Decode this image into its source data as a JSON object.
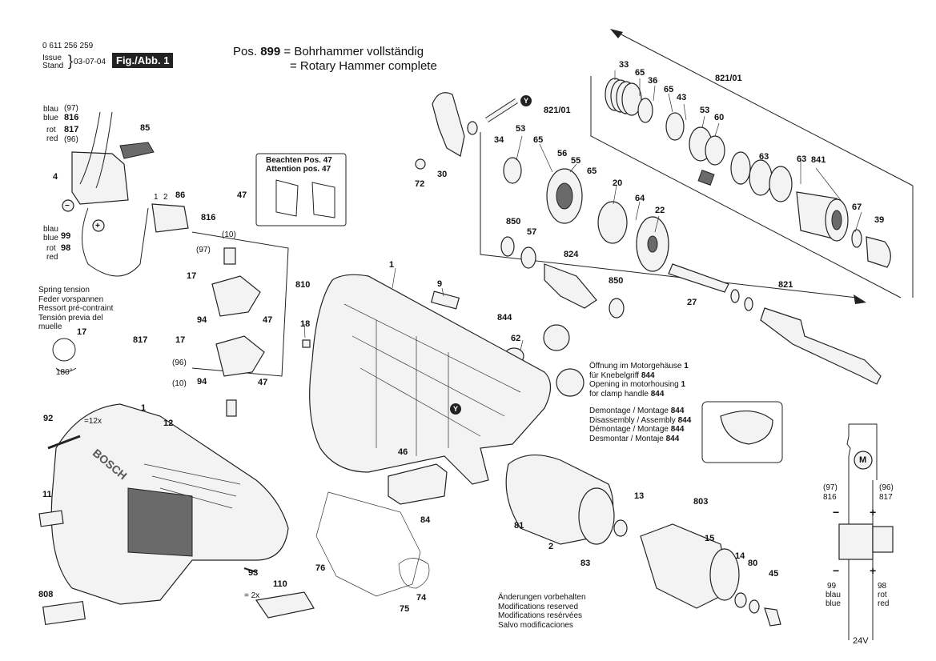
{
  "header": {
    "part_number": "0 611 256 259",
    "issue_label": "Issue",
    "stand_label": "Stand",
    "date": "03-07-04",
    "figure_label": "Fig./Abb. 1"
  },
  "title": {
    "pos_prefix": "Pos.",
    "pos_number": "899",
    "line1": "= Bohrhammer vollständig",
    "line2": "= Rotary Hammer complete"
  },
  "wires": {
    "blau": "blau",
    "blue": "blue",
    "rot": "rot",
    "red": "red",
    "p97": "(97)",
    "p96": "(96)",
    "p816": "816",
    "p817": "817",
    "p99": "99",
    "p98": "98"
  },
  "spring_note": [
    "Spring tension",
    "Feder vorspannen",
    "Ressort pré-contraint",
    "Tensión previa del",
    "muelle"
  ],
  "spring_angle": "180°",
  "attention": {
    "line1": "Beachten Pos. 47",
    "line2": "Attention pos. 47"
  },
  "motor_note": [
    {
      "text": "Öffnung im Motorgehäuse ",
      "num": "1"
    },
    {
      "text": "für Knebelgriff ",
      "num": "844"
    },
    {
      "text": "Opening in motorhousing ",
      "num": "1"
    },
    {
      "text": "for clamp handle ",
      "num": "844"
    }
  ],
  "assembly_note": [
    {
      "text": "Demontage / Montage ",
      "num": "844"
    },
    {
      "text": "Disassembly / Assembly ",
      "num": "844"
    },
    {
      "text": "Démontage / Montage ",
      "num": "844"
    },
    {
      "text": "Desmontar / Montaje ",
      "num": "844"
    }
  ],
  "changes_note": [
    "Änderungen vorbehalten",
    "Modifications reserved",
    "Modifications resérvées",
    "Salvo modificaciones"
  ],
  "brand_logo": "BOSCH",
  "circuit": {
    "voltage": "24V",
    "motor_symbol": "M",
    "minus": "−",
    "plus": "+"
  },
  "qty": {
    "q92": "=12x",
    "q93": "= 2x"
  },
  "icons": {
    "y_marker": "Y"
  },
  "labels": {
    "l1a": "1",
    "l1b": "1",
    "l2": "2",
    "l4": "4",
    "l9": "9",
    "l11": "11",
    "l12": "12",
    "l13": "13",
    "l14": "14",
    "l15": "15",
    "l17a": "17",
    "l17b": "17",
    "l17c": "17",
    "l18": "18",
    "l20": "20",
    "l22": "22",
    "l27": "27",
    "l30": "30",
    "l33": "33",
    "l34": "34",
    "l36": "36",
    "l39": "39",
    "l43": "43",
    "l45": "45",
    "l46": "46",
    "l47a": "47",
    "l47b": "47",
    "l47c": "47",
    "l53a": "53",
    "l53b": "53",
    "l55": "55",
    "l56": "56",
    "l57": "57",
    "l60": "60",
    "l62": "62",
    "l63a": "63",
    "l63b": "63",
    "l64": "64",
    "l65a": "65",
    "l65b": "65",
    "l65c": "65",
    "l65d": "65",
    "l67": "67",
    "l72": "72",
    "l74": "74",
    "l75": "75",
    "l76": "76",
    "l80": "80",
    "l81": "81",
    "l83": "83",
    "l84": "84",
    "l85": "85",
    "l86": "86",
    "l92": "92",
    "l93": "93",
    "l94a": "94",
    "l94b": "94",
    "l98": "98",
    "l99": "99",
    "l110": "110",
    "l803": "803",
    "l808": "808",
    "l810": "810",
    "l816": "816",
    "l817": "817",
    "l821": "821",
    "l821a": "821/01",
    "l821b": "821/01",
    "l824": "824",
    "l841": "841",
    "l844": "844",
    "l850a": "850",
    "l850b": "850",
    "p10a": "(10)",
    "p10b": "(10)",
    "p96": "(96)",
    "p97": "(97)",
    "n1": "1",
    "n2": "2"
  },
  "colors": {
    "ink": "#222222",
    "fill": "#f3f3f3",
    "shade": "#6a6a6a"
  }
}
